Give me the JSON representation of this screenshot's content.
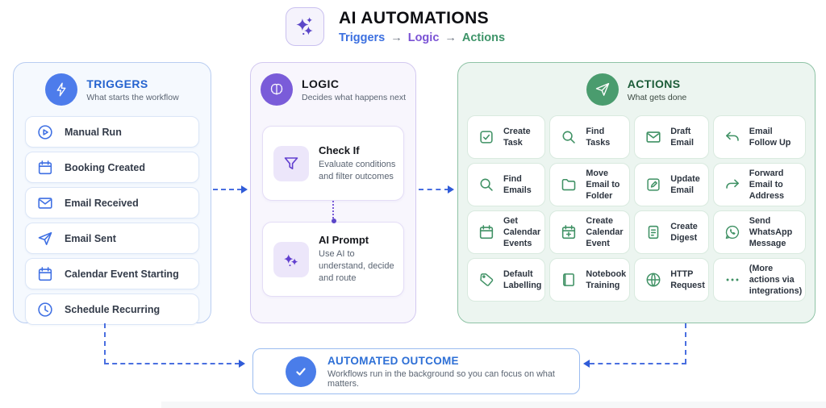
{
  "header": {
    "title": "AI AUTOMATIONS",
    "flow": {
      "triggers": "Triggers",
      "arrow1": "→",
      "logic": "Logic",
      "arrow2": "→",
      "actions": "Actions"
    }
  },
  "triggers": {
    "title": "TRIGGERS",
    "subtitle": "What starts the workflow",
    "items": [
      {
        "label": "Manual Run",
        "icon": "play-circle"
      },
      {
        "label": "Booking Created",
        "icon": "calendar"
      },
      {
        "label": "Email Received",
        "icon": "envelope"
      },
      {
        "label": "Email Sent",
        "icon": "paper-plane"
      },
      {
        "label": "Calendar Event Starting",
        "icon": "calendar"
      },
      {
        "label": "Schedule Recurring",
        "icon": "clock"
      }
    ]
  },
  "logic": {
    "title": "LOGIC",
    "subtitle": "Decides what happens next",
    "items": [
      {
        "title": "Check If",
        "desc": "Evaluate conditions and filter outcomes",
        "icon": "funnel"
      },
      {
        "title": "AI Prompt",
        "desc": "Use AI to understand, decide and route",
        "icon": "sparkles"
      }
    ]
  },
  "actions": {
    "title": "ACTIONS",
    "subtitle": "What gets done",
    "items": [
      {
        "label": "Create Task",
        "icon": "checkbox"
      },
      {
        "label": "Find Tasks",
        "icon": "search"
      },
      {
        "label": "Draft Email",
        "icon": "envelope"
      },
      {
        "label": "Email Follow Up",
        "icon": "reply-arrow"
      },
      {
        "label": "Find Emails",
        "icon": "search"
      },
      {
        "label": "Move Email to Folder",
        "icon": "folder"
      },
      {
        "label": "Update Email",
        "icon": "edit"
      },
      {
        "label": "Forward Email to Address",
        "icon": "forward-arrow"
      },
      {
        "label": "Get Calendar Events",
        "icon": "calendar"
      },
      {
        "label": "Create Calendar Event",
        "icon": "calendar-plus"
      },
      {
        "label": "Create Digest",
        "icon": "document"
      },
      {
        "label": "Send WhatsApp Message",
        "icon": "whatsapp"
      },
      {
        "label": "Default Labelling",
        "icon": "tag"
      },
      {
        "label": "Notebook Training",
        "icon": "book"
      },
      {
        "label": "HTTP Request",
        "icon": "globe"
      },
      {
        "label": "(More actions via integrations)",
        "icon": "ellipsis"
      }
    ]
  },
  "outcome": {
    "title": "AUTOMATED OUTCOME",
    "subtitle": "Workflows run in the background so you can focus on what matters."
  },
  "colors": {
    "blue_accent": "#3e6fe3",
    "blue_title": "#2563cf",
    "blue_circle": "#4d7ceb",
    "purple_accent": "#6240cf",
    "purple_circle": "#7a5cd9",
    "green_accent": "#3f9164",
    "green_title": "#1c5c38",
    "green_circle": "#4a9c6e",
    "outcome_blue": "#4a7de9",
    "text_dark": "#15171c",
    "text_gray": "#5a6472"
  }
}
